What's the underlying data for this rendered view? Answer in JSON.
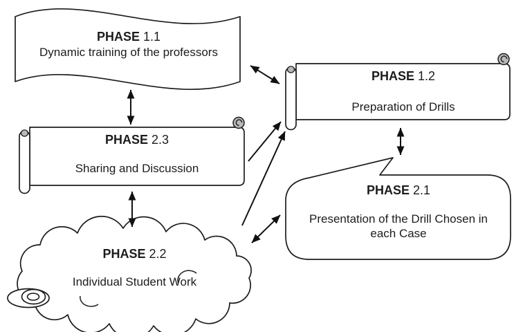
{
  "diagram": {
    "background": "#ffffff",
    "ink_color": "#1c1c1c",
    "curl_gray": "#b9b9b9",
    "nodes": {
      "phase11": {
        "shape": "wave-banner",
        "title_bold": "PHASE",
        "title_num": "1.1",
        "description": "Dynamic training of the professors"
      },
      "phase12": {
        "shape": "horizontal-scroll",
        "title_bold": "PHASE",
        "title_num": "1.2",
        "description": "Preparation of Drills"
      },
      "phase23": {
        "shape": "horizontal-scroll",
        "title_bold": "PHASE",
        "title_num": "2.3",
        "description": "Sharing and Discussion"
      },
      "phase21": {
        "shape": "speech-bubble",
        "title_bold": "PHASE",
        "title_num": "2.1",
        "description": "Presentation of the Drill Chosen in each Case"
      },
      "phase22": {
        "shape": "cloud",
        "title_bold": "PHASE",
        "title_num": "2.2",
        "description": "Individual Student Work"
      }
    },
    "connections": [
      {
        "from": "phase11",
        "to": "phase23",
        "style": "double-arrow"
      },
      {
        "from": "phase11",
        "to": "phase12",
        "style": "double-arrow"
      },
      {
        "from": "phase23",
        "to": "phase12",
        "style": "single-arrow"
      },
      {
        "from": "phase23",
        "to": "phase22",
        "style": "double-arrow"
      },
      {
        "from": "phase22",
        "to": "phase12",
        "style": "single-arrow"
      },
      {
        "from": "phase22",
        "to": "phase21",
        "style": "double-arrow"
      },
      {
        "from": "phase12",
        "to": "phase21",
        "style": "double-arrow"
      }
    ]
  }
}
